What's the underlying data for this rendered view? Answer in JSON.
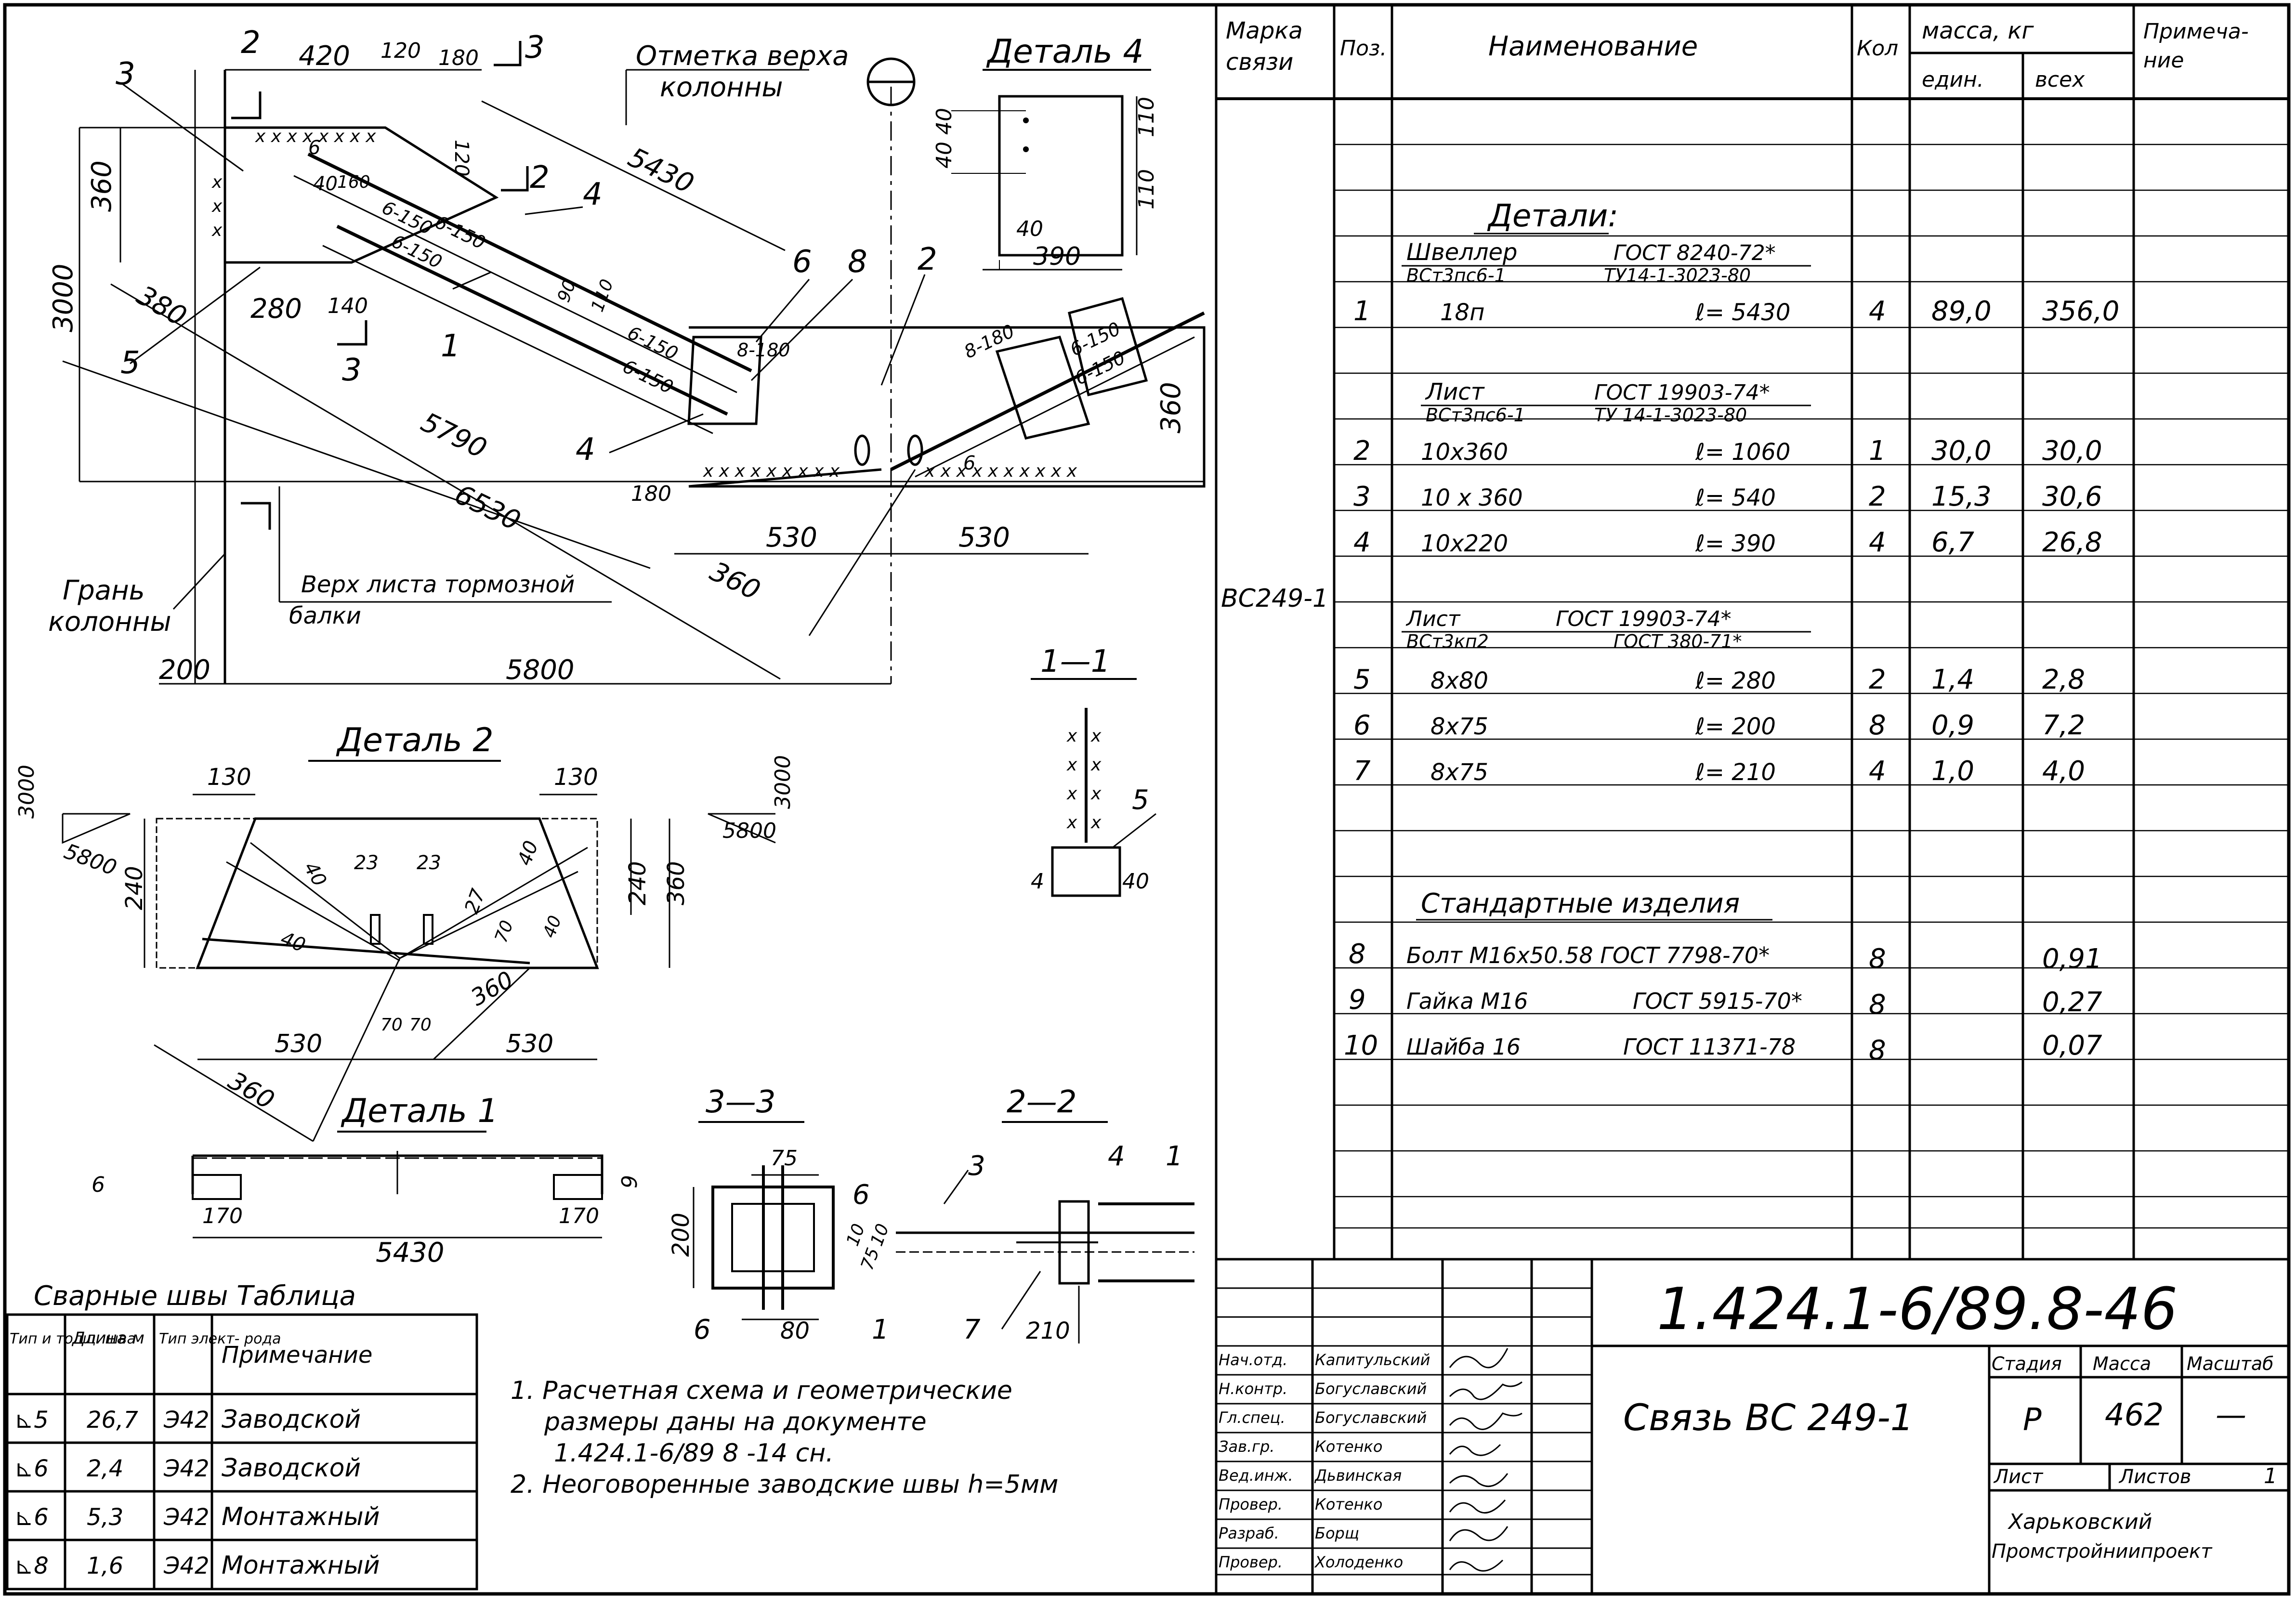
{
  "drawing": {
    "column_top_label": [
      "Отметка верха",
      "колонны"
    ],
    "column_face_label": [
      "Грань",
      "колонны"
    ],
    "brake_beam_label": [
      "Верх листа тормозной",
      "балки"
    ],
    "section_marks": [
      "2",
      "3",
      "2",
      "3"
    ],
    "main_dims": [
      "420",
      "120",
      "180",
      "5430",
      "120",
      "360",
      "3000",
      "40",
      "380",
      "280",
      "140",
      "5790",
      "6530",
      "180",
      "530",
      "530",
      "360",
      "200",
      "5800",
      "360",
      "6-150",
      "6-150",
      "6-150",
      "6-150",
      "8-180",
      "6-150",
      "8-180",
      "6-150",
      "6-150",
      "110",
      "90",
      "160",
      "6",
      "6"
    ],
    "position_marks": [
      "3",
      "4",
      "1",
      "5",
      "4",
      "6",
      "8",
      "2"
    ],
    "detail4": {
      "title": "Деталь 4",
      "dims": [
        "40",
        "40",
        "110",
        "110",
        "40",
        "390"
      ]
    },
    "detail2": {
      "title": "Деталь 2",
      "dims": [
        "3000",
        "5800",
        "130",
        "130",
        "5800",
        "3000",
        "240",
        "40",
        "23",
        "23",
        "27",
        "40",
        "240",
        "360",
        "40",
        "70",
        "40",
        "70",
        "70",
        "360",
        "530",
        "530",
        "360"
      ]
    },
    "detail1": {
      "title": "Деталь 1",
      "dims": [
        "6",
        "170",
        "170",
        "6",
        "5430"
      ]
    },
    "section11": {
      "title": "1—1",
      "dims": [
        "5",
        "4",
        "40"
      ]
    },
    "section33": {
      "title": "3—3",
      "dims": [
        "75",
        "200",
        "6",
        "10",
        "75",
        "10",
        "6",
        "80",
        "1"
      ]
    },
    "section22": {
      "title": "2—2",
      "dims": [
        "3",
        "4",
        "1",
        "7",
        "210"
      ]
    }
  },
  "weld_table": {
    "title": "Сварные швы  Таблица",
    "headers": [
      "Тип и толщ. шва",
      "Длина м",
      "Тип элект- рода",
      "Примечание"
    ],
    "rows": [
      [
        "⊾5",
        "26,7",
        "Э42",
        "Заводской"
      ],
      [
        "⊾6",
        "2,4",
        "Э42",
        "Заводской"
      ],
      [
        "⊾6",
        "5,3",
        "Э42",
        "Монтажный"
      ],
      [
        "⊾8",
        "1,6",
        "Э42",
        "Монтажный"
      ]
    ]
  },
  "notes": [
    "1. Расчетная схема и геометрические",
    "размеры даны на документе",
    "1.424.1-6/89 8 -14 сн.",
    "2. Неоговоренные заводские швы h=5мм"
  ],
  "spec_table": {
    "headers": {
      "mark": [
        "Марка",
        "связи"
      ],
      "pos": "Поз.",
      "name": "Наименование",
      "qty": "Кол",
      "mass": "масса, кг",
      "unit": "един.",
      "total": "всех",
      "note": [
        "Примеча-",
        "ние"
      ]
    },
    "mark_value": "ВС249-1",
    "sections": [
      {
        "title": "Детали:"
      },
      {
        "title_left": "Швеллер",
        "title_right": "ГОСТ 8240-72*",
        "sub_left": "ВСт3пс6-1",
        "sub_right": "ТУ14-1-3023-80"
      },
      {
        "title_left": "Лист",
        "title_right": "ГОСТ 19903-74*",
        "sub_left": "ВСт3пс6-1",
        "sub_right": "ТУ 14-1-3023-80"
      },
      {
        "title_left": "Лист",
        "title_right": "ГОСТ 19903-74*",
        "sub_left": "ВСт3кп2",
        "sub_right": "ГОСТ 380-71*"
      },
      {
        "title": "Стандартные изделия"
      }
    ],
    "rows": [
      {
        "pos": "1",
        "name": "18п",
        "len": "ℓ= 5430",
        "qty": "4",
        "unit": "89,0",
        "total": "356,0"
      },
      {
        "pos": "2",
        "name": "10х360",
        "len": "ℓ= 1060",
        "qty": "1",
        "unit": "30,0",
        "total": "30,0"
      },
      {
        "pos": "3",
        "name": "10 х 360",
        "len": "ℓ= 540",
        "qty": "2",
        "unit": "15,3",
        "total": "30,6"
      },
      {
        "pos": "4",
        "name": "10х220",
        "len": "ℓ= 390",
        "qty": "4",
        "unit": "6,7",
        "total": "26,8"
      },
      {
        "pos": "5",
        "name": "8х80",
        "len": "ℓ= 280",
        "qty": "2",
        "unit": "1,4",
        "total": "2,8"
      },
      {
        "pos": "6",
        "name": "8х75",
        "len": "ℓ= 200",
        "qty": "8",
        "unit": "0,9",
        "total": "7,2"
      },
      {
        "pos": "7",
        "name": "8х75",
        "len": "ℓ= 210",
        "qty": "4",
        "unit": "1,0",
        "total": "4,0"
      },
      {
        "pos": "8",
        "name": "Болт  М16х50.58 ГОСТ 7798-70*",
        "len": "",
        "qty": "8",
        "unit": "",
        "total": "0,91"
      },
      {
        "pos": "9",
        "name": "Гайка М16",
        "len": "ГОСТ 5915-70*",
        "qty": "8",
        "unit": "",
        "total": "0,27"
      },
      {
        "pos": "10",
        "name": "Шайба 16",
        "len": "ГОСТ 11371-78",
        "qty": "8",
        "unit": "",
        "total": "0,07"
      }
    ]
  },
  "title_block": {
    "doc_number": "1.424.1-6/89.8-46",
    "title": "Связь ВС 249-1",
    "stage_label": "Стадия",
    "mass_label": "Масса",
    "scale_label": "Масштаб",
    "stage": "Р",
    "mass": "462",
    "scale": "—",
    "sheet_label": "Лист",
    "sheets_label": "Листов",
    "sheets": "1",
    "organization": [
      "Харьковский",
      "Промстройниипроект"
    ],
    "staff": [
      [
        "Нач.отд.",
        "Капитульский"
      ],
      [
        "Н.контр.",
        "Богуславский"
      ],
      [
        "Гл.спец.",
        "Богуславский"
      ],
      [
        "Зав.гр.",
        "Котенко"
      ],
      [
        "Вед.инж.",
        "Дьвинская"
      ],
      [
        "Провер.",
        "Котенко"
      ],
      [
        "Разраб.",
        "Борщ"
      ],
      [
        "Провер.",
        "Холоденко"
      ]
    ]
  }
}
